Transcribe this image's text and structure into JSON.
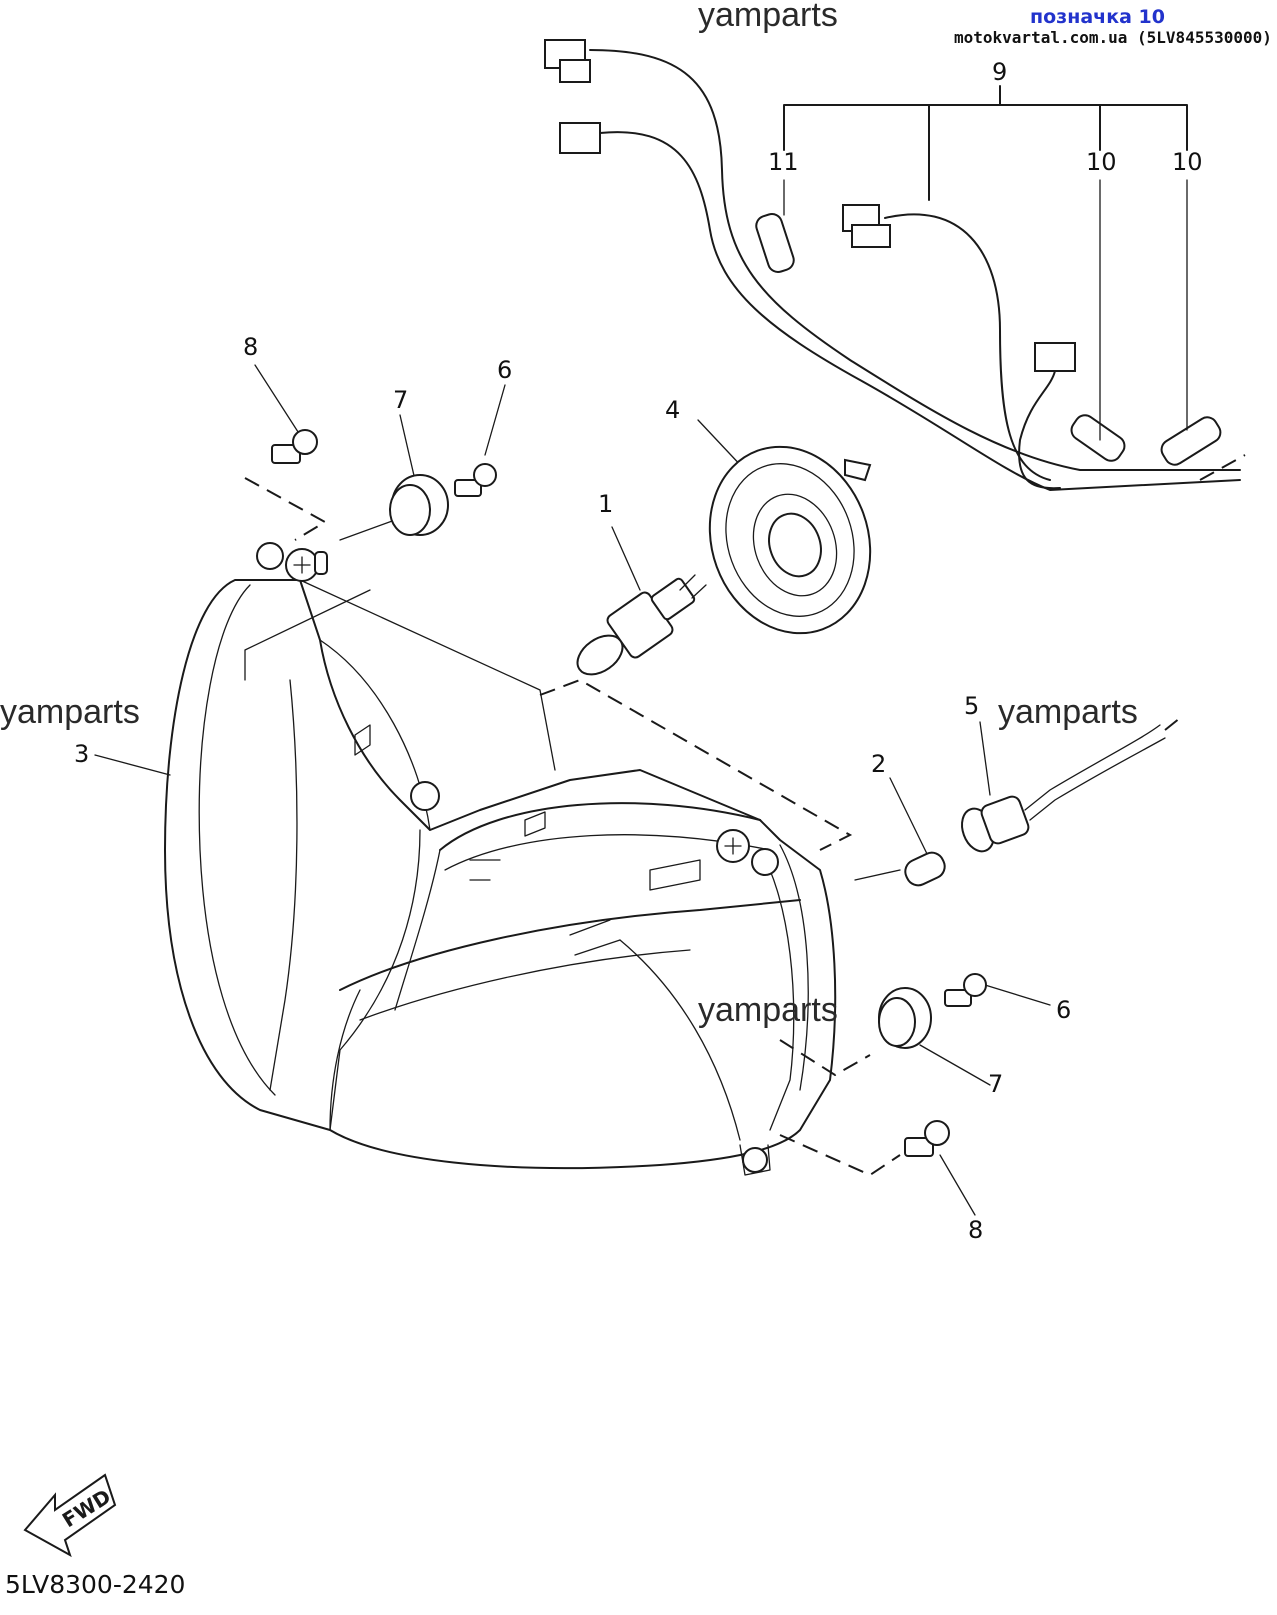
{
  "header": {
    "title": "позначка 10",
    "subtitle": "motokvartal.com.ua (5LV845530000)"
  },
  "watermarks": {
    "top": "yamparts",
    "left": "yamparts",
    "right": "yamparts",
    "center": "yamparts"
  },
  "callouts": {
    "bulb": "1",
    "small_bulb": "2",
    "headlight_assy": "3",
    "cover": "4",
    "socket": "5",
    "screw_upper": "6",
    "screw_lower": "6",
    "grommet_upper": "7",
    "grommet_lower": "7",
    "bolt_upper": "8",
    "bolt_lower": "8",
    "harness": "9",
    "cap_a": "10",
    "cap_b": "10",
    "connector_cap": "11"
  },
  "footer": {
    "fwd_label": "FWD",
    "diagram_code": "5LV8300-2420"
  },
  "colors": {
    "line": "#1a1a1a",
    "header_title": "#2233cc",
    "background": "#ffffff"
  }
}
